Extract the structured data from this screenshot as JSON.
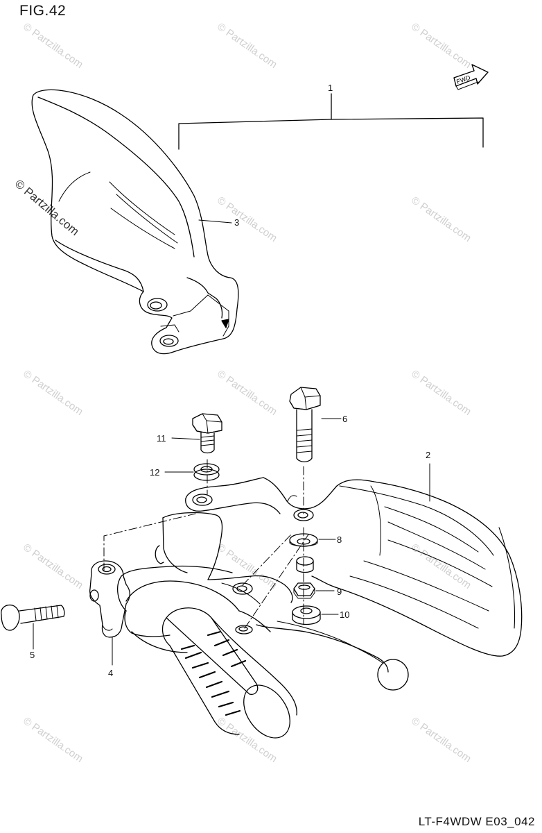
{
  "figure": {
    "title": "FIG.42",
    "code": "LT-F4WDW E03_042"
  },
  "fwd_label": "FWD",
  "watermark": "© Partzilla.com",
  "callouts": [
    "1",
    "2",
    "3",
    "4",
    "5",
    "6",
    "8",
    "9",
    "10",
    "11",
    "12"
  ],
  "colors": {
    "line": "#000000",
    "watermark": "#cfcfcf",
    "background": "#ffffff"
  }
}
